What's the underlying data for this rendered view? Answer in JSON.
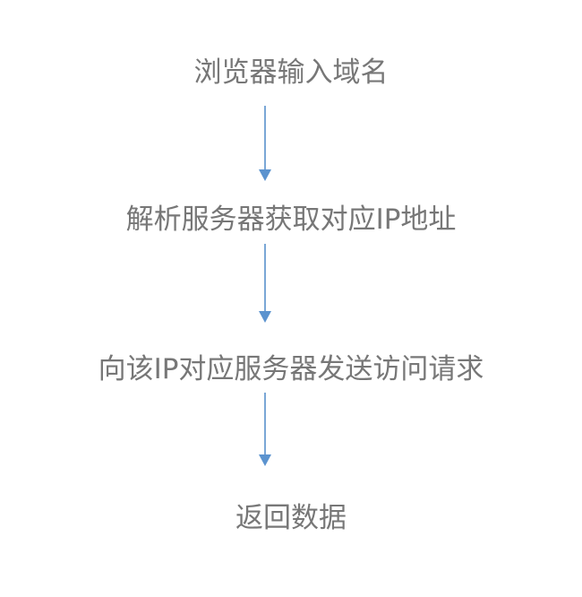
{
  "diagram": {
    "steps": [
      {
        "label": "浏览器输入域名"
      },
      {
        "label": "解析服务器获取对应IP地址"
      },
      {
        "label": "向该IP对应服务器发送访问请求"
      },
      {
        "label": "返回数据"
      }
    ],
    "colors": {
      "text": "#777777",
      "arrow": "#5b93cf"
    }
  }
}
